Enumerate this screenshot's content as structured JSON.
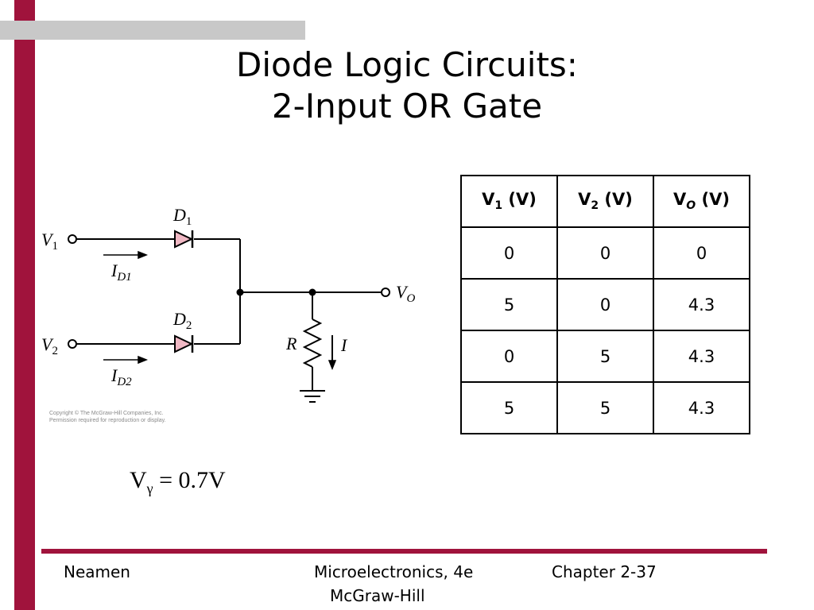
{
  "title": {
    "line1": "Diode Logic Circuits:",
    "line2": "2-Input OR Gate"
  },
  "circuit": {
    "labels": {
      "v1": "V",
      "v1_sub": "1",
      "v2": "V",
      "v2_sub": "2",
      "d1": "D",
      "d1_sub": "1",
      "d2": "D",
      "d2_sub": "2",
      "id1": "I",
      "id1_sub": "D1",
      "id2": "I",
      "id2_sub": "D2",
      "vo": "V",
      "vo_sub": "O",
      "r": "R",
      "i": "I"
    },
    "copyright": [
      "Copyright © The McGraw-Hill Companies, Inc.",
      "Permission required for reproduction or display."
    ]
  },
  "equation": {
    "v": "V",
    "sub": "γ",
    "rest": " = 0.7V"
  },
  "table": {
    "headers": [
      {
        "main": "V",
        "sub": "1",
        "unit": " (V)"
      },
      {
        "main": "V",
        "sub": "2",
        "unit": " (V)"
      },
      {
        "main": "V",
        "sub": "O",
        "unit": " (V)"
      }
    ],
    "rows": [
      [
        "0",
        "0",
        "0"
      ],
      [
        "5",
        "0",
        "4.3"
      ],
      [
        "0",
        "5",
        "4.3"
      ],
      [
        "5",
        "5",
        "4.3"
      ]
    ]
  },
  "footer": {
    "left": "Neamen",
    "center": "Microelectronics, 4e",
    "center2": "McGraw-Hill",
    "right": "Chapter 2-37"
  },
  "colors": {
    "accent": "#a0133c",
    "gray_bar": "#c8c8c8",
    "diode_fill": "#f0b8c4"
  }
}
